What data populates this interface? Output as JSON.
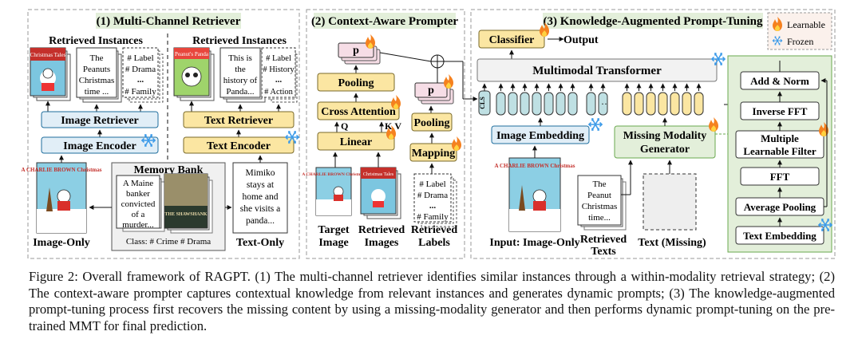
{
  "colors": {
    "blue_fill": "#e1eef7",
    "blue_stroke": "#1f6e9e",
    "yellow_fill": "#fbe6a2",
    "yellow_stroke": "#7a6a2a",
    "pink_fill": "#f6dde6",
    "green_fill": "#e3efda",
    "green_stroke": "#6aa84f",
    "grey_fill": "#f2f2f2",
    "cls_fill": "#bfe0e3",
    "token_yellow": "#fbe6a2",
    "snowflake": "#3d9be9",
    "flame": "#f5811f"
  },
  "section1": {
    "title": "(1) Multi-Channel Retriever",
    "retrieved_instances_left": "Retrieved Instances",
    "retrieved_instances_right": "Retrieved Instances",
    "poster_left_title": "Christmas Tales",
    "poster_right_title": "Peanut's Panda",
    "text_card_1": [
      "The",
      "Peanuts",
      "Christmas",
      "time ..."
    ],
    "label_card_1": [
      "# Label",
      "# Drama",
      "...",
      "# Family"
    ],
    "text_card_2": [
      "This is",
      "the",
      "history of",
      "Panda..."
    ],
    "label_card_2": [
      "# Label",
      "# History",
      "...",
      "# Action"
    ],
    "image_retriever": "Image Retriever",
    "image_encoder": "Image Encoder",
    "text_retriever": "Text Retriever",
    "text_encoder": "Text Encoder",
    "memory_bank": "Memory Bank",
    "memory_text": [
      "A Maine",
      "banker",
      "convicted",
      "of a",
      "murder..."
    ],
    "memory_poster": "THE SHAWSHANK",
    "memory_class": "Class: # Crime # Drama",
    "query_poster": "A CHARLIE BROWN Christmas",
    "query_text": [
      "Mimiko",
      "stays at",
      "home and",
      "she visits a",
      "panda..."
    ],
    "image_only": "Image-Only",
    "text_only": "Text-Only"
  },
  "section2": {
    "title": "(2) Context-Aware Prompter",
    "p1": "p",
    "p2": "p",
    "pooling_top": "Pooling",
    "cross_attention": "Cross Attention",
    "q_label": "Q",
    "kv_label": "K,V",
    "linear": "Linear",
    "pooling_right": "Pooling",
    "mapping": "Mapping",
    "target_image": [
      "Target",
      "Image"
    ],
    "retrieved_images": [
      "Retrieved",
      "Images"
    ],
    "retrieved_labels": [
      "Retrieved",
      "Labels"
    ],
    "label_card": [
      "# Label",
      "# Drama",
      "...",
      "# Family"
    ],
    "target_poster": "A CHARLIE BROWN Christmas",
    "retrieved_poster": "Christmas Tales"
  },
  "section3": {
    "title": "(3) Knowledge-Augmented Prompt-Tuning",
    "classifier": "Classifier",
    "output": "Output",
    "mmt": "Multimodal Transformer",
    "cls": "CLS",
    "image_embedding": "Image Embedding",
    "missing_generator": [
      "Missing Modality",
      "Generator"
    ],
    "input_poster": "A CHARLIE BROWN Christmas",
    "input_label": "Input: Image-Only",
    "retrieved_text_card": [
      "The",
      "Peanut",
      "Christmas",
      "time..."
    ],
    "retrieved_texts": [
      "Retrieved",
      "Texts"
    ],
    "text_missing": "Text (Missing)",
    "legend_learnable": "Learnable",
    "legend_frozen": "Frozen",
    "gen_blocks": [
      "Add & Norm",
      "Inverse FFT",
      "Multiple",
      "Learnable Filter",
      "FFT",
      "Average Pooling",
      "Text Embedding"
    ]
  },
  "caption": "Figure 2: Overall framework of RAGPT. (1) The multi-channel retriever identifies similar instances through a within-modality retrieval strategy; (2) The context-aware prompter captures contextual knowledge from relevant instances and generates dynamic prompts; (3) The knowledge-augmented prompt-tuning process first recovers the missing content by using a missing-modality generator and then performs dynamic prompt-tuning on the pre-trained MMT for final prediction."
}
